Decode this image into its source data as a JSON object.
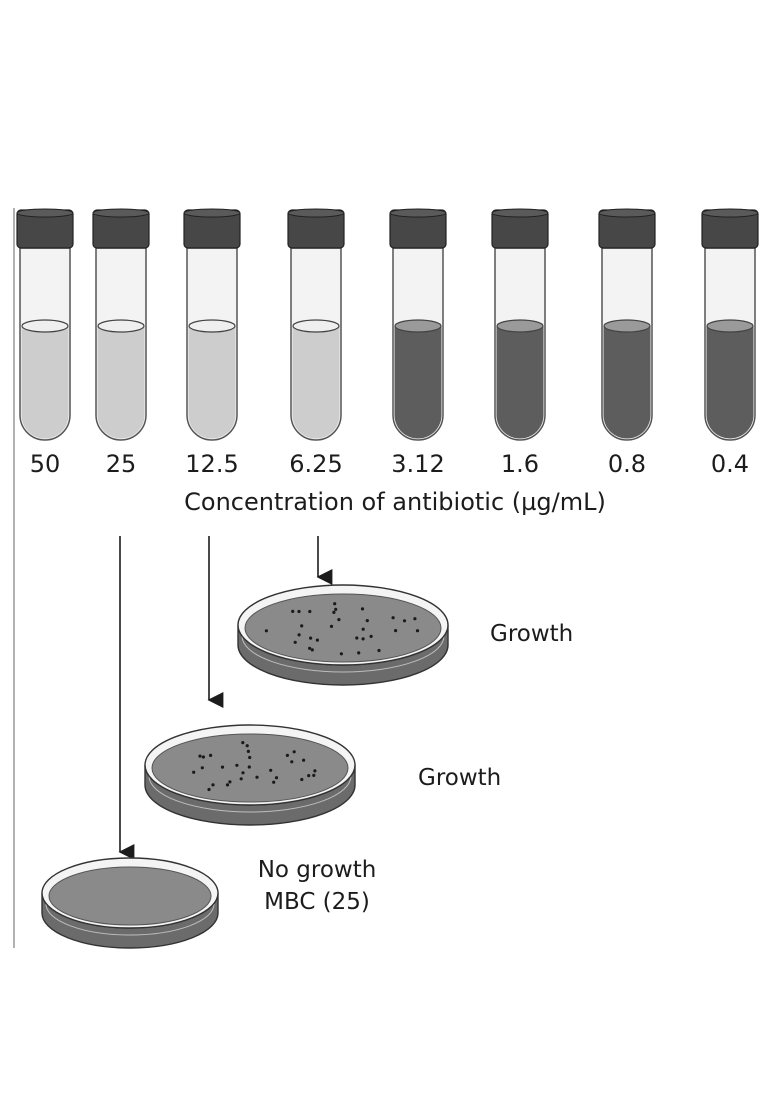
{
  "tubes": [
    {
      "concentration": "50",
      "growth": false
    },
    {
      "concentration": "25",
      "growth": false
    },
    {
      "concentration": "12.5",
      "growth": false
    },
    {
      "concentration": "6.25",
      "growth": false
    },
    {
      "concentration": "3.12",
      "growth": true
    },
    {
      "concentration": "1.6",
      "growth": true
    },
    {
      "concentration": "0.8",
      "growth": true
    },
    {
      "concentration": "0.4",
      "growth": true
    }
  ],
  "axis_caption": "Concentration of antibiotic (µg/mL)",
  "plates": [
    {
      "label_line1": "Growth",
      "label_line2": "",
      "colonies": true
    },
    {
      "label_line1": "Growth",
      "label_line2": "",
      "colonies": true
    },
    {
      "label_line1": "No growth",
      "label_line2": "MBC (25)",
      "colonies": false
    }
  ],
  "colors": {
    "cap": "#474747",
    "clear_medium": "#cdcdcd",
    "turbid_medium": "#5d5d5d",
    "plate_agar": "#8a8a8a",
    "ink": "#1c1c1c"
  }
}
